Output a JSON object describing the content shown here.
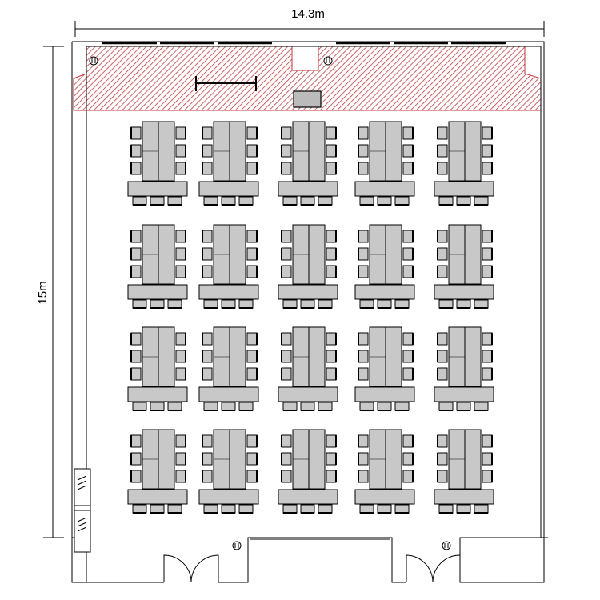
{
  "dimensions": {
    "width_label": "14.3m",
    "height_label": "15m"
  },
  "layout": {
    "table_group_rows": 4,
    "table_group_cols": 5,
    "chairs_per_side": 3,
    "head_table_chairs": 3
  },
  "colors": {
    "stage_hatch": "#c0393b",
    "table_fill": "#c8c8c8",
    "line": "#000000"
  },
  "icons": {
    "outlet": "outlet-icon",
    "door": "door-icon",
    "stage": "stage-icon",
    "screen": "screen-icon"
  }
}
